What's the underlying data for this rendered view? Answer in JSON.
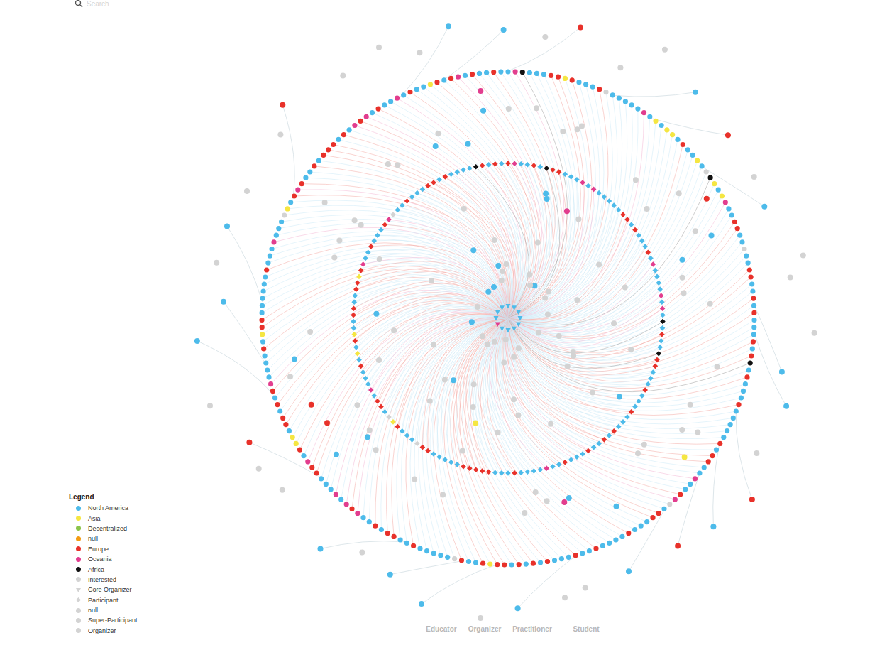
{
  "diagram": {
    "labels": [
      "Search",
      "Legend",
      "Educator",
      "Organizer",
      "Practitioner",
      "Student"
    ],
    "legend": [
      {
        "text": "North America",
        "color": "#4dbbea"
      },
      {
        "text": "Asia",
        "color": "#f5e642"
      },
      {
        "text": "Decentralized",
        "color": "#8bc34a"
      },
      {
        "text": "null",
        "color": "#f39c12"
      },
      {
        "text": "Europe",
        "color": "#e8312a"
      },
      {
        "text": "Oceania",
        "color": "#e23d8e"
      },
      {
        "text": "Africa",
        "color": "#111111"
      },
      {
        "text": "Interested",
        "color": "#d3d3d3"
      },
      {
        "text": "Core Organizer"
      },
      {
        "text": "Participant"
      },
      {
        "text": "null",
        "color": "#d3d3d3"
      },
      {
        "text": "Super-Participant",
        "color": "#d3d3d3"
      },
      {
        "text": "Organizer",
        "color": "#d3d3d3"
      }
    ]
  }
}
